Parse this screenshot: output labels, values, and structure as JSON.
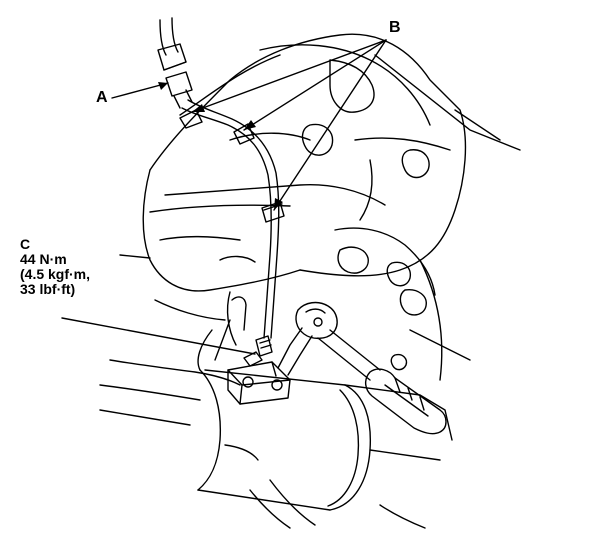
{
  "callouts": {
    "a": "A",
    "b": "B",
    "c": {
      "letter": "C",
      "torque_nm": "44 N·m",
      "torque_kgf": "(4.5 kgf·m,",
      "torque_lbf": "33 lbf·ft)"
    }
  },
  "colors": {
    "ink": "#000000",
    "paper": "#ffffff"
  }
}
